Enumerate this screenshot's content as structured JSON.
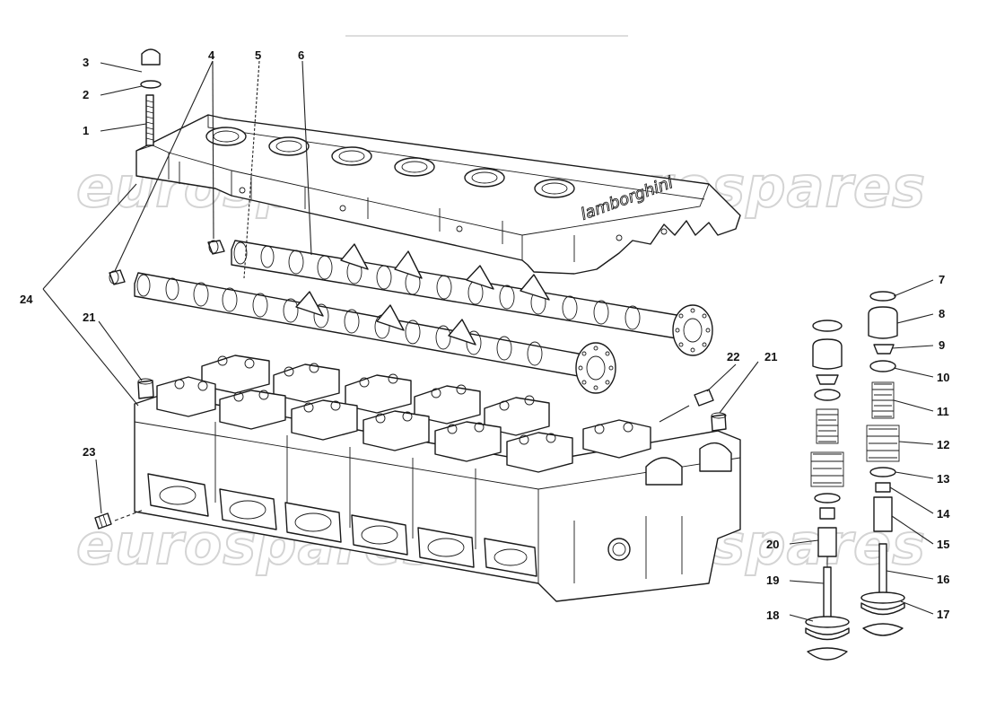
{
  "watermark_text": "eurospares",
  "logo_text": "lamborghini",
  "callouts": [
    "1",
    "2",
    "3",
    "4",
    "5",
    "6",
    "7",
    "8",
    "9",
    "10",
    "11",
    "12",
    "13",
    "14",
    "15",
    "16",
    "17",
    "18",
    "19",
    "20",
    "21",
    "22",
    "23",
    "24"
  ],
  "colors": {
    "line": "#1a1a1a",
    "watermark": "#d4d4d4",
    "background": "#ffffff"
  }
}
